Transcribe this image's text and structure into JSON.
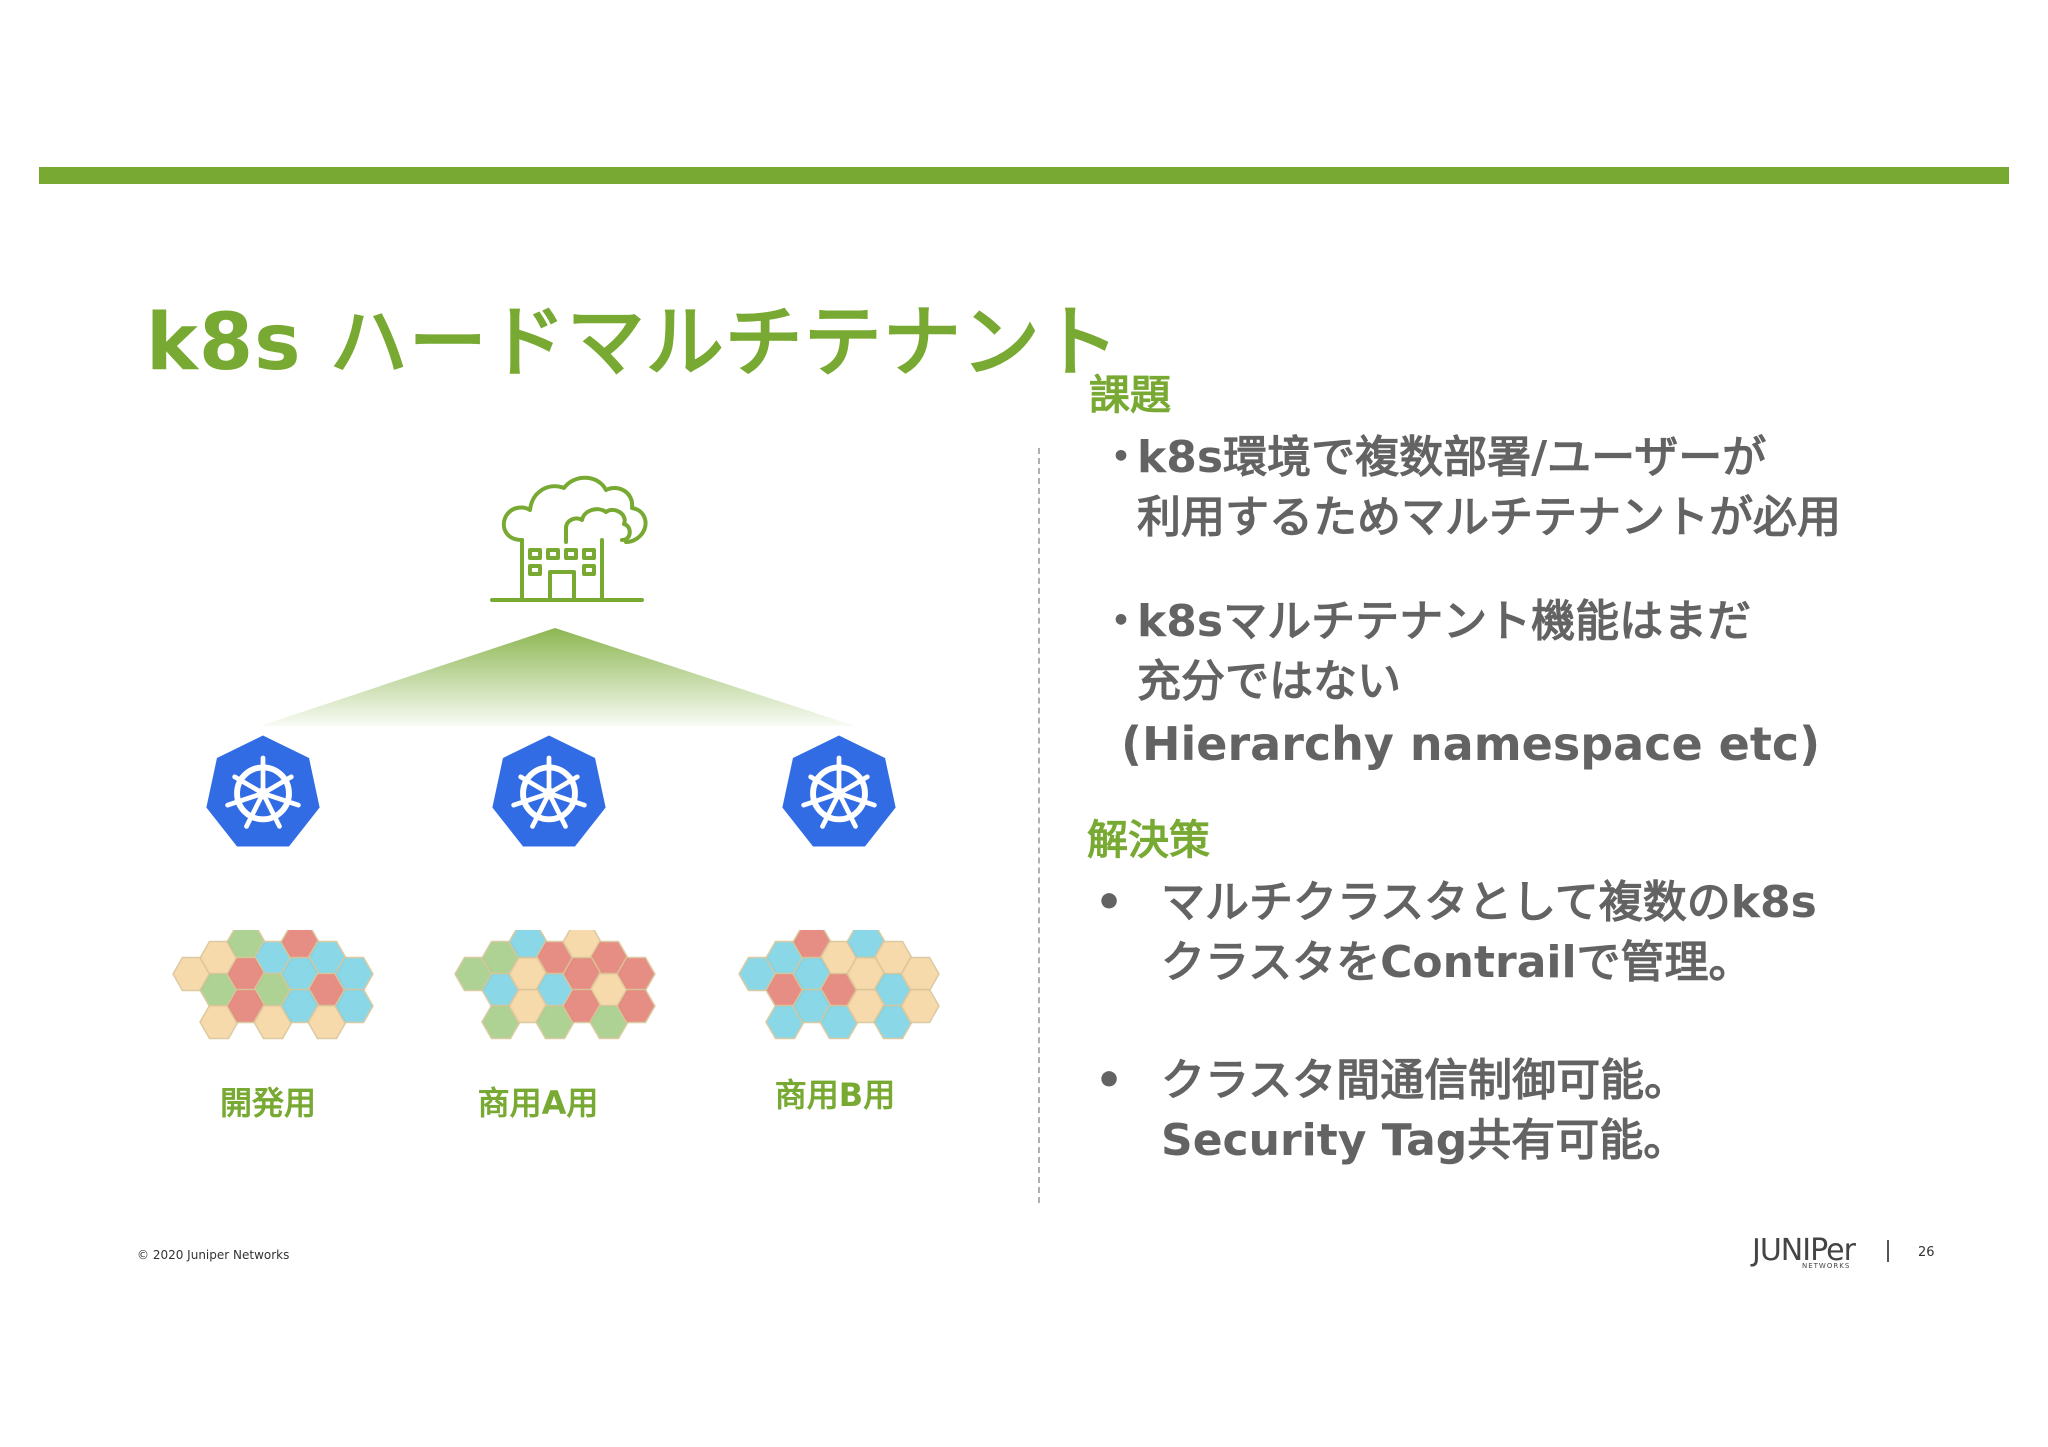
{
  "slide": {
    "title": "k8s ハードマルチテナント",
    "colors": {
      "accent": "#78a932",
      "body_text": "#636363",
      "k8s_blue": "#326ce5"
    },
    "environments": [
      {
        "label": "開発用"
      },
      {
        "label": "商用A用"
      },
      {
        "label": "商用B用"
      }
    ],
    "issues": {
      "heading": "課題",
      "items": [
        {
          "bullet": "・",
          "lines": [
            "k8s環境で複数部署/ユーザーが",
            "利用するためマルチテナントが必用"
          ]
        },
        {
          "bullet": "・",
          "lines": [
            "k8sマルチテナント機能はまだ",
            "充分ではない"
          ],
          "extra": "(Hierarchy namespace etc)"
        }
      ]
    },
    "solution": {
      "heading": "解決策",
      "items": [
        {
          "bullet": "•",
          "lines": [
            "マルチクラスタとして複数のk8s",
            "クラスタをContrailで管理。"
          ]
        },
        {
          "bullet": "•",
          "lines": [
            "クラスタ間通信制御可能。",
            "Security Tag共有可能。"
          ]
        }
      ]
    },
    "footer": {
      "copyright": "© 2020 Juniper Networks",
      "logo_text": "JUNIPer",
      "logo_sub": "NETWORKS",
      "page_number": "26"
    },
    "icons": [
      "cloud-building-icon",
      "kubernetes-icon",
      "pod-hexagon-cluster-icon"
    ]
  }
}
